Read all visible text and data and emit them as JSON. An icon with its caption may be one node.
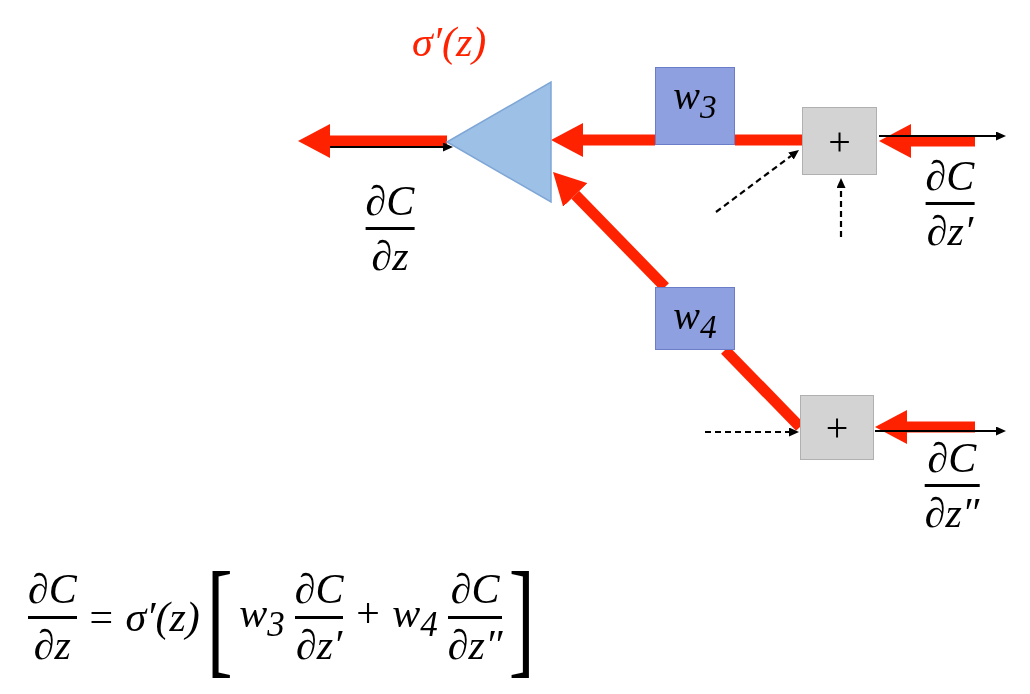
{
  "diagram": {
    "nodes": [
      {
        "text": [],
        "shape": "triangle",
        "beside": [
          "σ′(z)"
        ]
      },
      {
        "text": [
          "w$_{3}$"
        ]
      },
      {
        "text": [
          "+"
        ]
      },
      {
        "text": [
          "w$_{4}$"
        ]
      },
      {
        "text": [
          "+"
        ]
      }
    ],
    "edges": [
      {
        "from": 0,
        "to": null,
        "arrow": "to"
      },
      {
        "from": null,
        "to": 0,
        "arrow": "to",
        "color": "#000000"
      },
      {
        "from": 2,
        "to": 1,
        "arrow": "none"
      },
      {
        "from": 1,
        "to": 0,
        "arrow": "to"
      },
      {
        "from": null,
        "to": 2,
        "arrow": "to"
      },
      {
        "from": 2,
        "to": null,
        "arrow": "to",
        "color": "#000000"
      },
      {
        "from": null,
        "to": 2,
        "arrow": "to",
        "style": "dashed",
        "color": "#000000"
      },
      {
        "from": null,
        "to": 2,
        "arrow": "to",
        "style": "dashed",
        "color": "#000000"
      },
      {
        "from": 4,
        "to": 3,
        "arrow": "none"
      },
      {
        "from": 3,
        "to": 0,
        "arrow": "to"
      },
      {
        "from": null,
        "to": 4,
        "arrow": "to"
      },
      {
        "from": 4,
        "to": null,
        "arrow": "to",
        "color": "#000000"
      },
      {
        "from": null,
        "to": 4,
        "arrow": "to",
        "style": "dashed",
        "color": "#000000"
      }
    ],
    "labels": [
      "∂C",
      "∂z",
      "∂C",
      "∂z′",
      "∂C",
      "∂z″",
      "∂C",
      "∂z",
      "= σ′(z)",
      "[",
      "w$_{3}$",
      "∂C",
      "∂z′",
      "+ w$_{4}$",
      "∂C",
      "∂z″",
      "]"
    ]
  }
}
